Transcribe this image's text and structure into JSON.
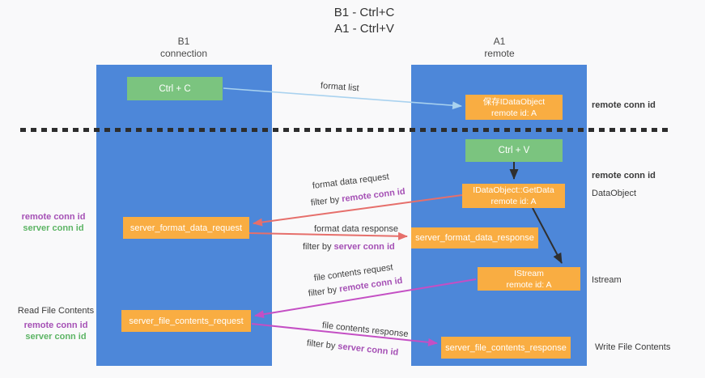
{
  "title": {
    "line1": "B1 - Ctrl+C",
    "line2": "A1 - Ctrl+V"
  },
  "columns": {
    "left": {
      "name": "B1",
      "subtitle": "connection"
    },
    "right": {
      "name": "A1",
      "subtitle": "remote"
    }
  },
  "nodes": {
    "ctrl_c": "Ctrl + C",
    "ctrl_v": "Ctrl + V",
    "save_idataobject": {
      "line1": "保存IDataObject",
      "line2": "remote id: A"
    },
    "getdata": {
      "line1": "IDataObject::GetData",
      "line2": "remote id: A"
    },
    "istream": {
      "line1": "IStream",
      "line2": "remote id: A"
    },
    "format_request": "server_format_data_request",
    "format_response": "server_format_data_response",
    "file_request": "server_file_contents_request",
    "file_response": "server_file_contents_response"
  },
  "annotations": {
    "format_list": "format list",
    "filter_by": "filter by",
    "remote_conn_id": "remote conn id",
    "server_conn_id": "server conn id",
    "format_data_request": "format data request",
    "format_data_response": "format data response",
    "file_contents_request": "file contents request",
    "file_contents_response": "file contents response"
  },
  "side_labels": {
    "remote_conn_id_top": "remote conn id",
    "remote_conn_id_mid": "remote conn id",
    "dataobject": "DataObject",
    "istream": "Istream",
    "write_file_contents": "Write File Contents",
    "read_file_contents": "Read File Contents",
    "left_remote_conn_id": "remote conn id",
    "left_server_conn_id": "server conn id",
    "left_remote_conn_id2": "remote conn id",
    "left_server_conn_id2": "server conn id"
  },
  "icons": {
    "arrowhead": "triangle-arrowhead-icon"
  },
  "colors": {
    "column_blue": "#4d87d9",
    "box_green": "#7bc47f",
    "box_orange": "#f9ad42",
    "arrow_blue": "#a9d2ef",
    "arrow_red": "#e66f6b",
    "arrow_magenta": "#c44fc4",
    "arrow_black": "#2f2f2f",
    "text_purple": "#a550b5",
    "text_green": "#5cb464",
    "text_dark": "#3d3d3d",
    "background": "#f9f9fa"
  }
}
